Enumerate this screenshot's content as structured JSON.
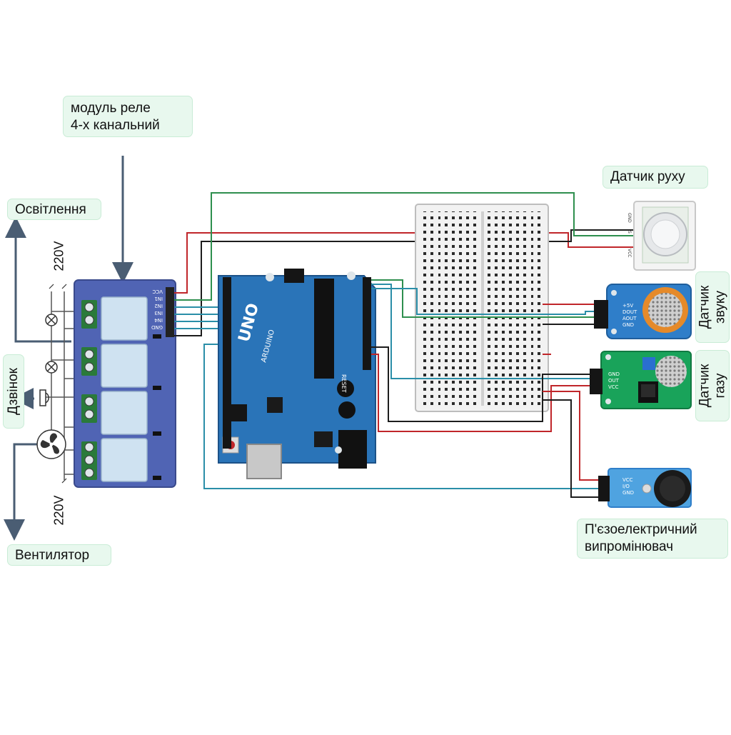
{
  "labels": {
    "relay_module": [
      "модуль реле",
      "4-х канальний"
    ],
    "lighting": "Освітлення",
    "bell": "Дзвінок",
    "fan": "Вентилятор",
    "voltage_top": "220V",
    "voltage_bottom": "220V",
    "motion_sensor": "Датчик руху",
    "sound_sensor": [
      "Датчик",
      "звуку"
    ],
    "gas_sensor": [
      "Датчик",
      "газу"
    ],
    "piezo": [
      "П'єзоелектричний",
      "випромінювач"
    ]
  },
  "relay_pins": [
    "VCC",
    "IN1",
    "IN2",
    "IN3",
    "IN4",
    "GND"
  ],
  "arduino": {
    "logo": "UNO",
    "brand": "ARDUINO",
    "reset": "RESET"
  },
  "sound_pins": [
    "+5V",
    "DOUT",
    "AOUT",
    "GND"
  ],
  "gas_pins": [
    "GND",
    "OUT",
    "VCC"
  ],
  "piezo_pins": [
    "VCC",
    "I/O",
    "GND"
  ],
  "motion_pins": [
    "GND",
    "S",
    "VCC"
  ],
  "colors": {
    "board_blue": "#2a74b8",
    "relay_blue": "#5064b4",
    "sensor_blue": "#2f7ec9",
    "gas_green": "#19a35a",
    "wire_red": "#c0262a",
    "wire_black": "#1d1d1d",
    "wire_green": "#2e8f4e",
    "wire_teal": "#2a8ea8",
    "callout_bg": "#e8f8ee",
    "arrow": "#4a5d73"
  }
}
